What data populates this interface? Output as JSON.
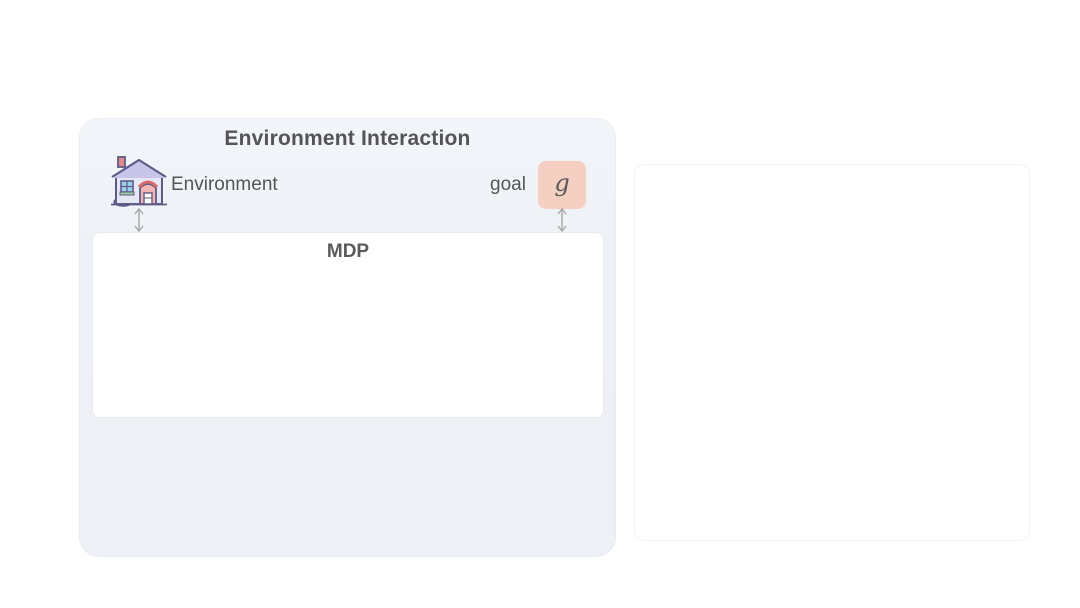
{
  "diagram": {
    "title": "Environment Interaction",
    "environment": {
      "label": "Environment",
      "icon": "house-icon"
    },
    "goal": {
      "label": "goal",
      "symbol": "g",
      "box_color": "#f5cfc2"
    },
    "mdp": {
      "title": "MDP"
    },
    "connectors": [
      "environment-mdp-arrow",
      "goal-mdp-arrow"
    ],
    "colors": {
      "panel_background": "#eef1f6",
      "text": "#555555",
      "arrow": "#a6a6a6",
      "icon_outline": "#5f5a86"
    }
  }
}
